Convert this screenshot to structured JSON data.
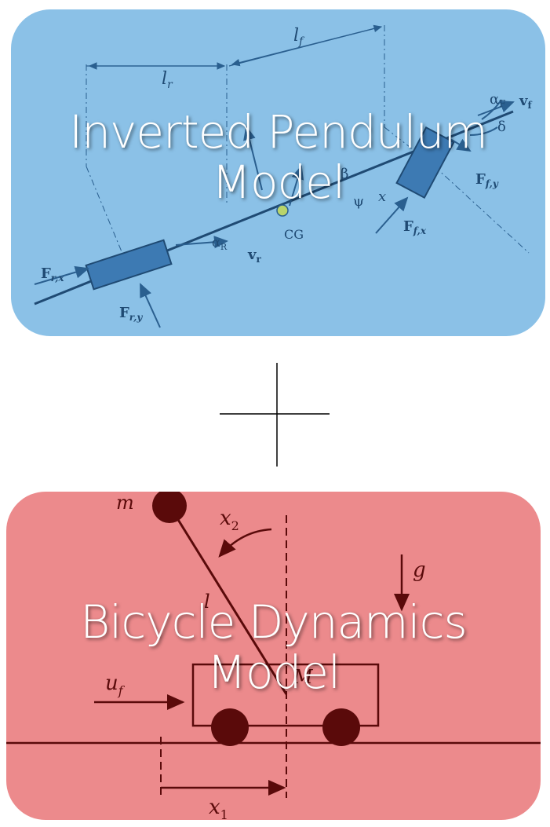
{
  "top_panel": {
    "title_line1": "Inverted Pendulum",
    "title_line2": "Model",
    "labels": {
      "lf": "l",
      "lf_sub": "f",
      "lr": "l",
      "lr_sub": "r",
      "alpha_f": "α",
      "alpha_f_sub": "F",
      "v_f": "v",
      "v_f_sub": "f",
      "delta": "δ",
      "beta": "β",
      "psi": "ψ",
      "x": "x",
      "cg": "CG",
      "alpha_r": "α",
      "alpha_r_sub": "R",
      "v_r": "v",
      "v_r_sub": "r",
      "f_fy": "F",
      "f_fy_sub": "f,y",
      "f_fx": "F",
      "f_fx_sub": "f,x",
      "f_rx": "F",
      "f_rx_sub": "r,x",
      "f_ry": "F",
      "f_ry_sub": "r,y"
    },
    "colors": {
      "background": "#8bc1e7",
      "ink": "#2a5f8f",
      "body": "#3d7ab3"
    }
  },
  "separator": {
    "symbol": "+"
  },
  "bottom_panel": {
    "title_line1": "Bicycle Dynamics",
    "title_line2": "Model",
    "labels": {
      "m": "m",
      "x2": "x",
      "x2_sub": "2",
      "g": "g",
      "l": "l",
      "M": "M",
      "uf": "u",
      "uf_sub": "f",
      "x1": "x",
      "x1_sub": "1"
    },
    "colors": {
      "background": "#ec8a8c",
      "ink": "#5a0a0a"
    }
  }
}
